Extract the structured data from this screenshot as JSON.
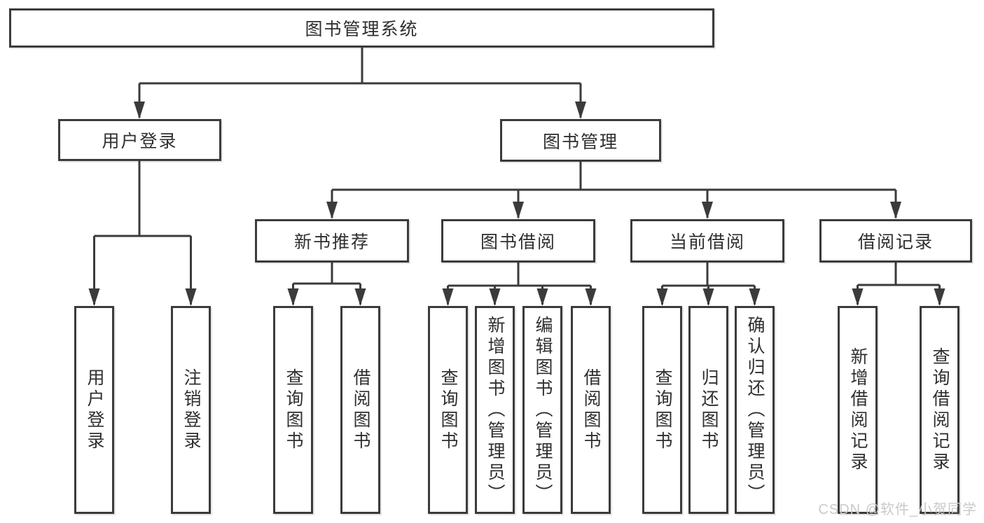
{
  "tree": {
    "label": "图书管理系统",
    "children": [
      {
        "label": "用户登录",
        "children": [
          {
            "label": "用户登录"
          },
          {
            "label": "注销登录"
          }
        ]
      },
      {
        "label": "图书管理",
        "children": [
          {
            "label": "新书推荐",
            "children": [
              {
                "label": "查询图书"
              },
              {
                "label": "借阅图书"
              }
            ]
          },
          {
            "label": "图书借阅",
            "children": [
              {
                "label": "查询图书"
              },
              {
                "label": "新增图书（管理员）"
              },
              {
                "label": "编辑图书（管理员）"
              },
              {
                "label": "借阅图书"
              }
            ]
          },
          {
            "label": "当前借阅",
            "children": [
              {
                "label": "查询图书"
              },
              {
                "label": "归还图书"
              },
              {
                "label": "确认归还（管理员）"
              }
            ]
          },
          {
            "label": "借阅记录",
            "children": [
              {
                "label": "新增借阅记录"
              },
              {
                "label": "查询借阅记录"
              }
            ]
          }
        ]
      }
    ]
  },
  "watermark": "CSDN @软件_小贺同学",
  "colors": {
    "line": "#3b3b3b",
    "text": "#2f2f2f",
    "watermark": "#c9c9c9",
    "background": "#ffffff"
  }
}
